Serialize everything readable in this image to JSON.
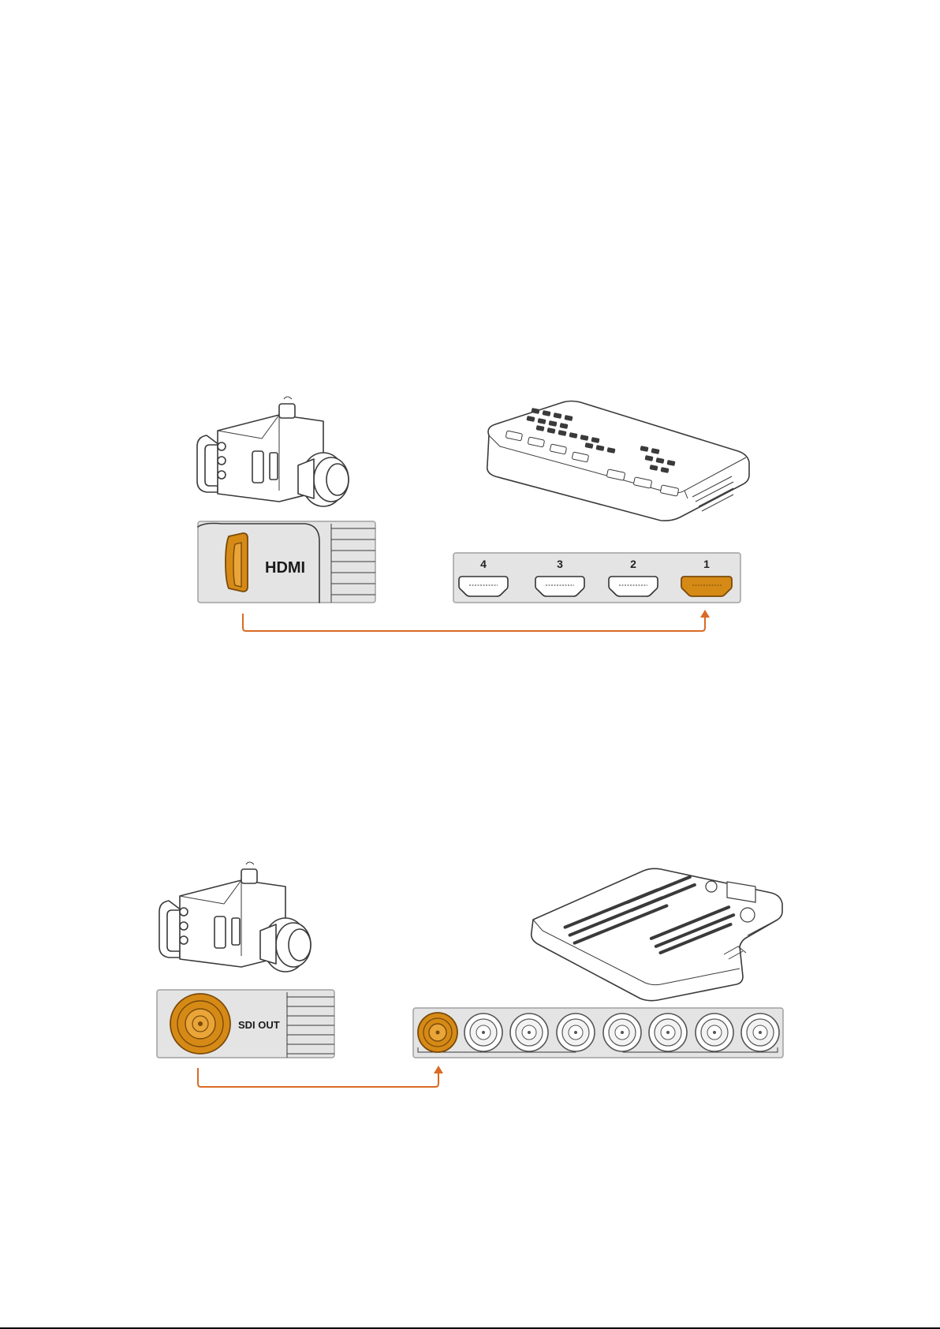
{
  "diagram_hdmi": {
    "camera_port_label": "HDMI",
    "switcher_ports": [
      "4",
      "3",
      "2",
      "1"
    ],
    "connected_port": "1"
  },
  "diagram_sdi": {
    "camera_port_label": "SDI OUT",
    "switcher_inputs_count": 8,
    "connected_input_index": 1
  },
  "colors": {
    "highlight": "#d68a16",
    "arrow": "#d96b25",
    "panel": "#e4e4e4"
  }
}
